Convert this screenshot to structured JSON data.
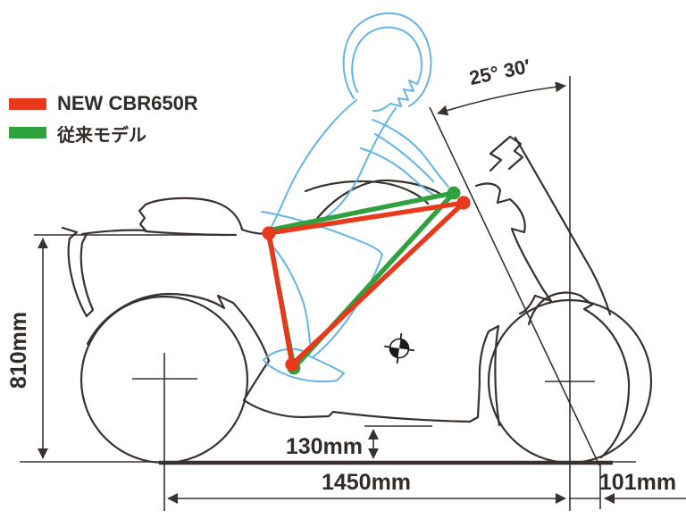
{
  "title": "CBR650R riding position and dimensions diagram",
  "legend": {
    "items": [
      {
        "label": "NEW CBR650R",
        "color": "#e8391d"
      },
      {
        "label": "従来モデル",
        "color": "#2fa23f"
      }
    ]
  },
  "annotations": {
    "caster_angle": "25° 30′",
    "seat_height": "810mm",
    "ground_clearance": "130mm",
    "wheelbase": "1450mm",
    "trail": "101mm"
  },
  "colors": {
    "new_model_line": "#e8391d",
    "previous_model_line": "#2fa23f",
    "rider_outline": "#64b4e6",
    "bike_outline": "#38312d",
    "dimension_lines": "#38312d",
    "text": "#322c28",
    "background": "#ffffff"
  }
}
